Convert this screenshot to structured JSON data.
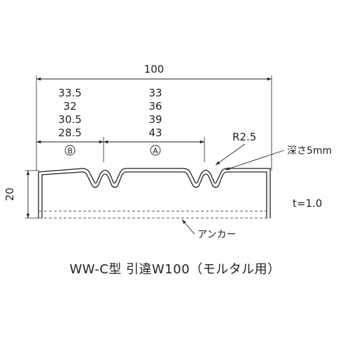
{
  "drawing": {
    "width_label": "100",
    "depth_label": "20",
    "thickness_label": "t=1.0",
    "radius_label": "R2.5",
    "groove_depth_label": "深さ5mm",
    "anchor_label": "アンカー",
    "zone_b_symbol": "B",
    "zone_a_symbol": "A",
    "zone_b_values": [
      "33.5",
      "32",
      "30.5",
      "28.5"
    ],
    "zone_a_values": [
      "33",
      "36",
      "39",
      "43"
    ],
    "caption": "WW-C型 引違W100（モルタル用）"
  },
  "colors": {
    "line": "#222222",
    "background": "#ffffff"
  }
}
